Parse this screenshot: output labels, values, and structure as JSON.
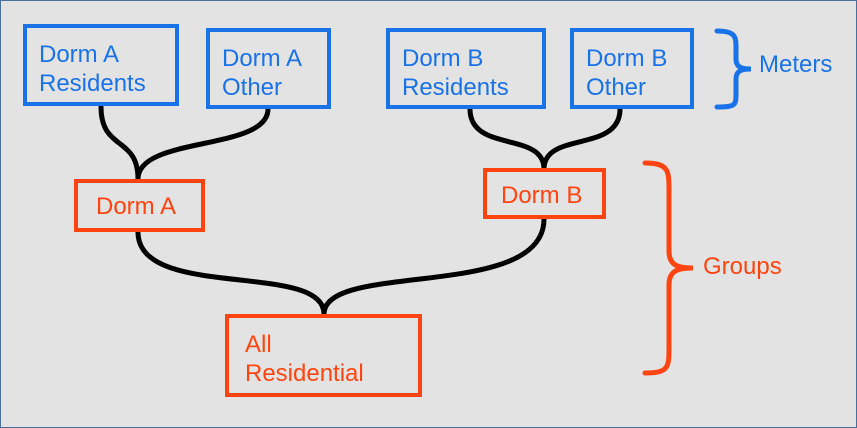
{
  "colors": {
    "meter": "#1a72e8",
    "group": "#ff4411",
    "connector": "#000000",
    "background": "#e3e3e3"
  },
  "meters": [
    {
      "label": "Dorm A\nResidents"
    },
    {
      "label": "Dorm A\nOther"
    },
    {
      "label": "Dorm B\nResidents"
    },
    {
      "label": "Dorm B\nOther"
    }
  ],
  "groups": [
    {
      "label": "Dorm A"
    },
    {
      "label": "Dorm B"
    },
    {
      "label": "All\nResidential"
    }
  ],
  "legend": {
    "meters_label": "Meters",
    "groups_label": "Groups"
  }
}
